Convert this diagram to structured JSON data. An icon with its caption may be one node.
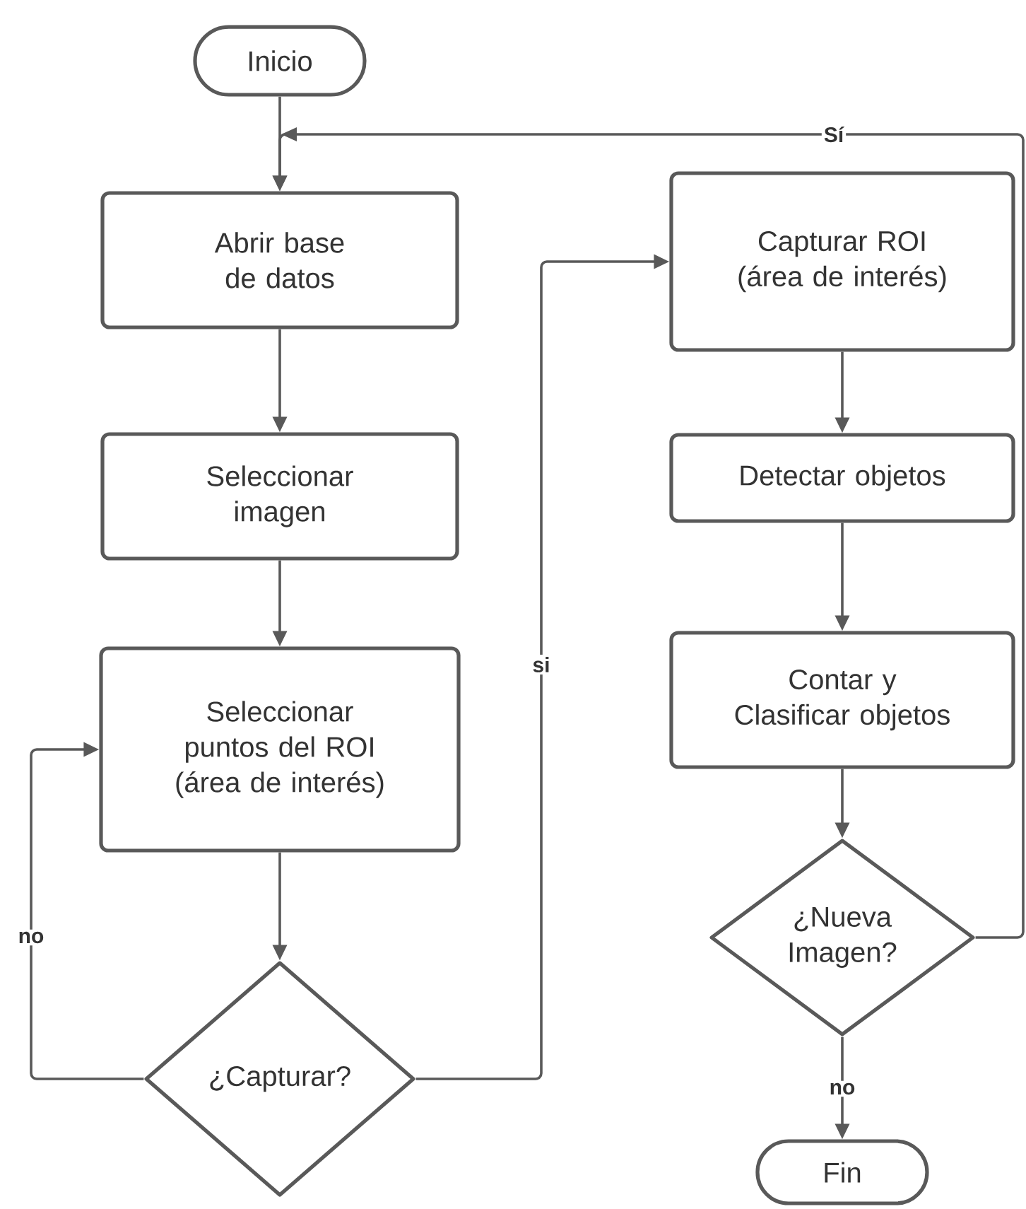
{
  "diagram": {
    "nodes": [
      {
        "text": [
          "Inicio"
        ]
      },
      {
        "text": [
          "Abrir base de datos"
        ]
      },
      {
        "text": [
          "Seleccionar imagen"
        ]
      },
      {
        "text": [
          "Seleccionar puntos del ROI (área  de interés)"
        ]
      },
      {
        "text": [
          "¿Capturar?"
        ]
      },
      {
        "text": [
          "Capturar ROI (área de interés)"
        ]
      },
      {
        "text": [
          "Detectar objetos"
        ]
      },
      {
        "text": [
          "Contar y Clasificar objetos"
        ]
      },
      {
        "text": [
          "¿Nueva Imagen?"
        ]
      },
      {
        "text": [
          "Fin"
        ]
      }
    ],
    "edges": [
      {
        "from": 0,
        "to": 1,
        "arrow": "to"
      },
      {
        "from": 1,
        "to": 2,
        "arrow": "to"
      },
      {
        "from": 2,
        "to": 3,
        "arrow": "to"
      },
      {
        "from": 3,
        "to": 4,
        "arrow": "to"
      },
      {
        "from": 4,
        "to": 5,
        "arrow": "to",
        "label": "si"
      },
      {
        "from": 4,
        "to": 3,
        "arrow": "to",
        "label": "no"
      },
      {
        "from": 5,
        "to": 6,
        "arrow": "to"
      },
      {
        "from": 6,
        "to": 7,
        "arrow": "to"
      },
      {
        "from": 7,
        "to": 8,
        "arrow": "to"
      },
      {
        "from": 8,
        "to": 1,
        "arrow": "to",
        "label": "Sí"
      },
      {
        "from": 8,
        "to": 9,
        "arrow": "to",
        "label": "no"
      }
    ]
  }
}
